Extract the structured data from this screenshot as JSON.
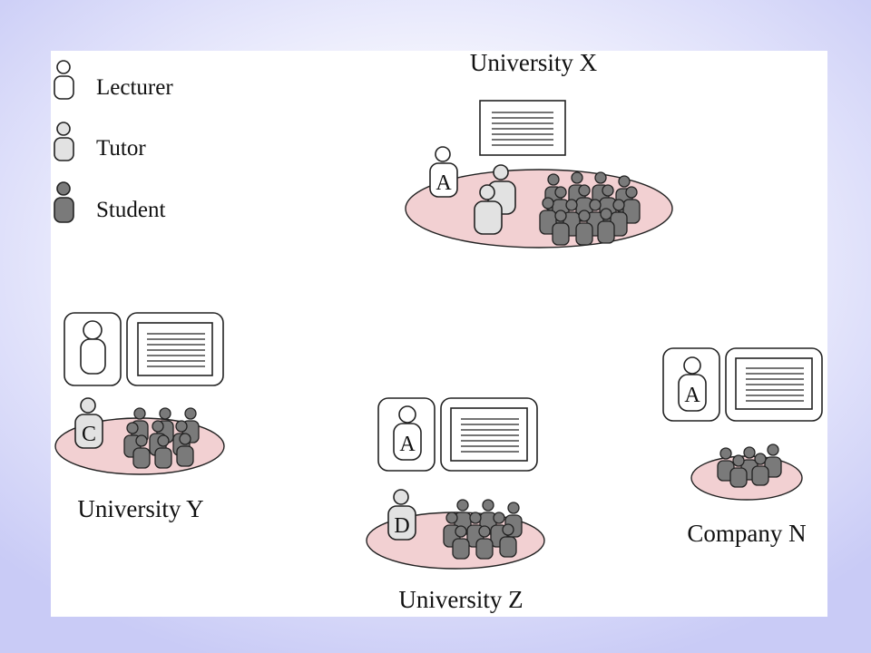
{
  "legend": {
    "lecturer": "Lecturer",
    "tutor": "Tutor",
    "student": "Student"
  },
  "sites": {
    "university_x": {
      "name": "University X",
      "lecturer_letter": "A"
    },
    "university_y": {
      "name": "University Y",
      "tutor_letter": "C"
    },
    "university_z": {
      "name": "University Z",
      "lecturer_letter": "A",
      "tutor_letter": "D"
    },
    "company_n": {
      "name": "Company N",
      "lecturer_letter": "A"
    }
  },
  "colors": {
    "background": "#c9cbf6",
    "panel": "#ffffff",
    "lecturer_fill": "#ffffff",
    "tutor_fill": "#e2e2e2",
    "student_fill": "#7a7a7a",
    "platform_fill": "#f2d0d2",
    "outline": "#222222"
  },
  "icons": {
    "lecturer": "person-outline-icon",
    "tutor": "person-light-gray-icon",
    "student": "person-dark-gray-icon",
    "screen": "presentation-screen-icon",
    "video_feed": "video-feed-icon"
  }
}
